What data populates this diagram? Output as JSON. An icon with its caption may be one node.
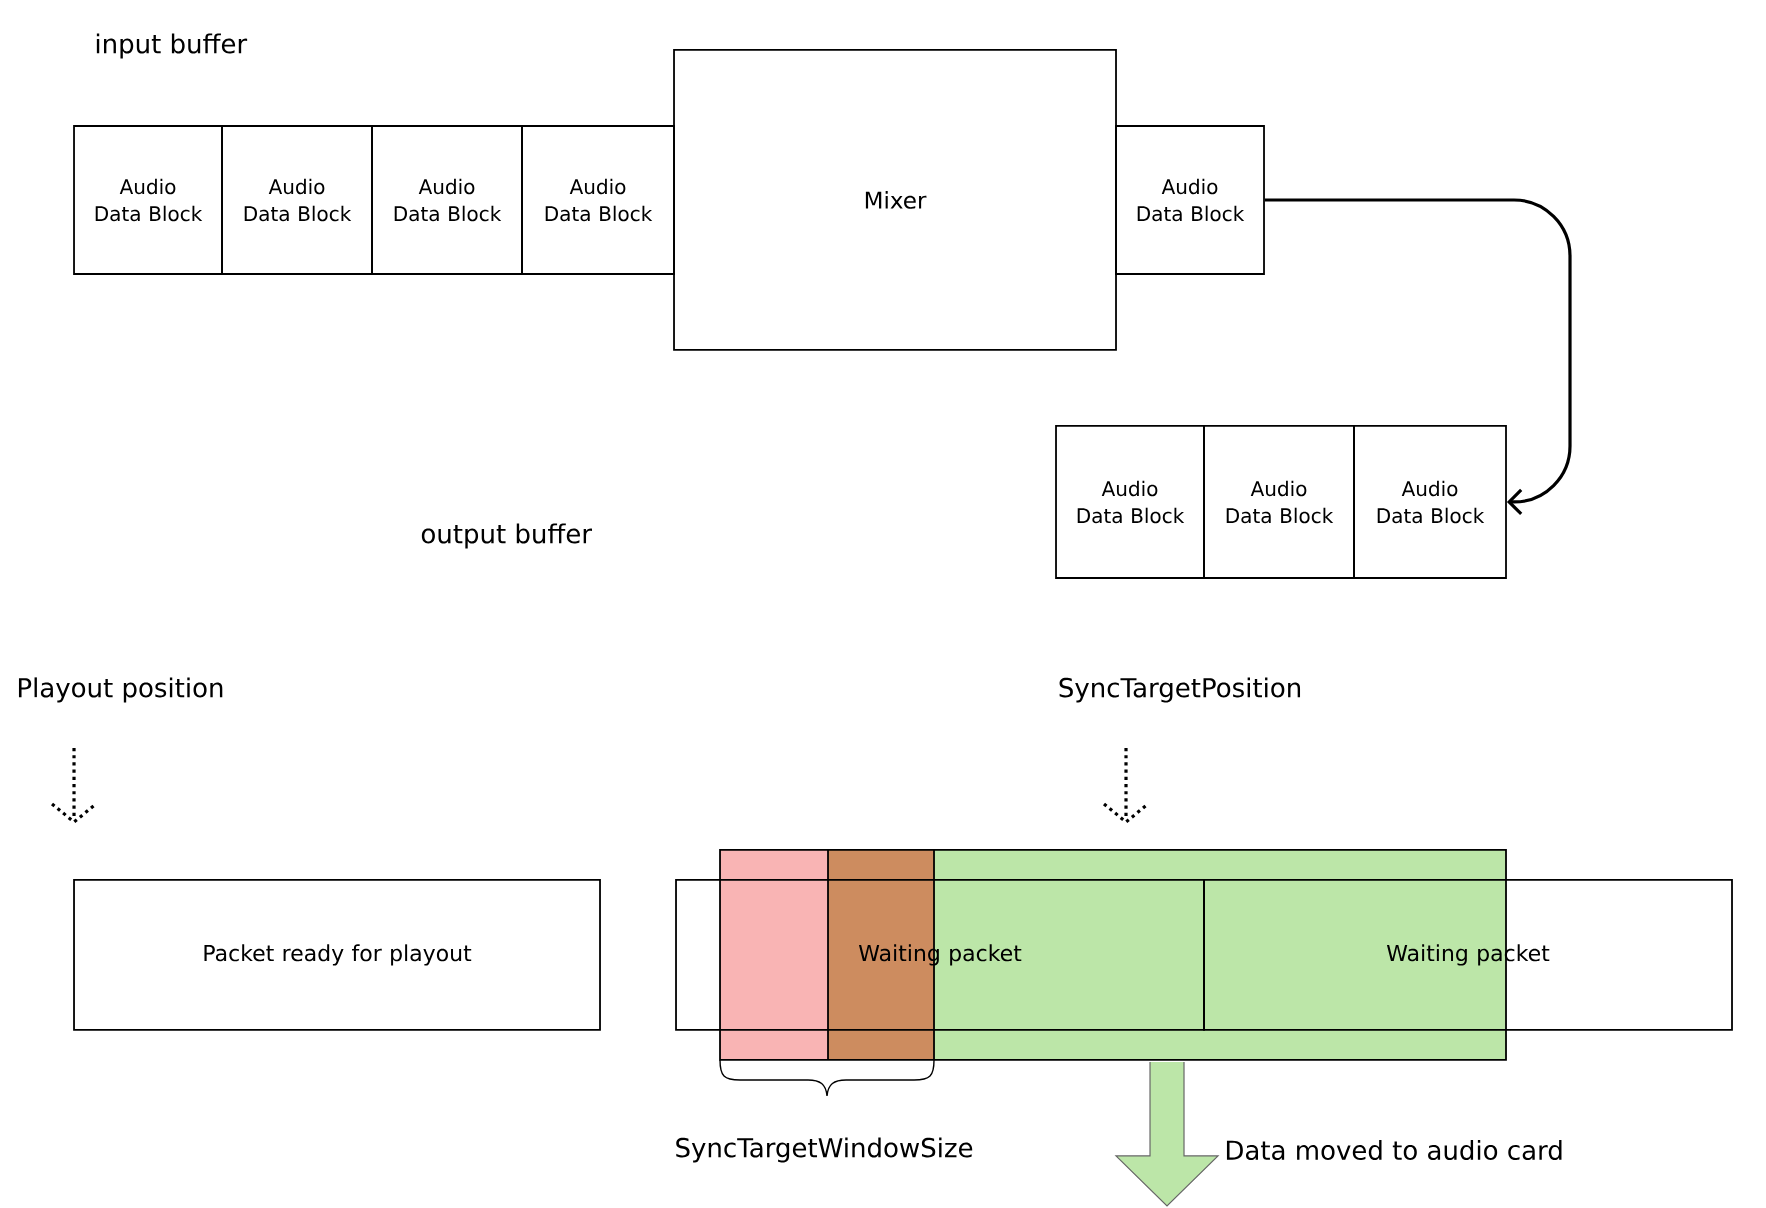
{
  "diagram": {
    "nodes": [
      {
        "text": [
          "Audio Data Block"
        ]
      },
      {
        "text": [
          "Audio Data Block"
        ]
      },
      {
        "text": [
          "Audio Data Block"
        ]
      },
      {
        "text": [
          "Audio Data Block"
        ]
      },
      {
        "text": [
          "Mixer"
        ]
      },
      {
        "text": [
          "Audio Data Block"
        ]
      },
      {
        "text": [
          "Audio Data Block"
        ]
      },
      {
        "text": [
          "Audio Data Block"
        ]
      },
      {
        "text": [
          "Audio Data Block"
        ]
      },
      {
        "text": [
          "Packet ready for playout"
        ]
      },
      {
        "text": [
          "Waiting packet"
        ]
      },
      {
        "text": [
          "Waiting packet"
        ]
      }
    ],
    "edges": [
      {
        "from": 5,
        "to": 8,
        "arrow": "to"
      }
    ],
    "labels": [
      "input buffer",
      "output buffer",
      "Playout position",
      "SyncTargetPosition",
      "SyncTargetWindowSize",
      "Data moved to audio card"
    ]
  }
}
